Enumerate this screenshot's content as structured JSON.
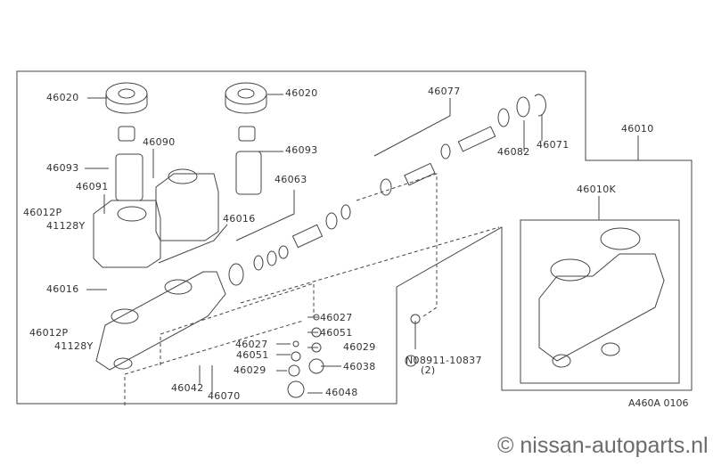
{
  "diagram": {
    "labels": {
      "l46020a": "46020",
      "l46020b": "46020",
      "l46090": "46090",
      "l46093a": "46093",
      "l46093b": "46093",
      "l46091": "46091",
      "l46063": "46063",
      "l46016a": "46016",
      "l46016b": "46016",
      "l46012Pa": "46012P",
      "l41128Ya": "41128Y",
      "l46012Pb": "46012P",
      "l41128Yb": "41128Y",
      "l46077": "46077",
      "l46082": "46082",
      "l46071": "46071",
      "l46010": "46010",
      "l46010K": "46010K",
      "l46027a": "46027",
      "l46051a": "46051",
      "l46029a": "46029",
      "l46038": "46038",
      "l46048": "46048",
      "l46027b": "46027",
      "l46051b": "46051",
      "l46029b": "46029",
      "l46042": "46042",
      "l46070": "46070",
      "nut_part": "N08911-10837",
      "nut_qty": "(2)"
    },
    "figure_code": "A460A 0106",
    "watermark": "© nissan-autoparts.nl"
  }
}
